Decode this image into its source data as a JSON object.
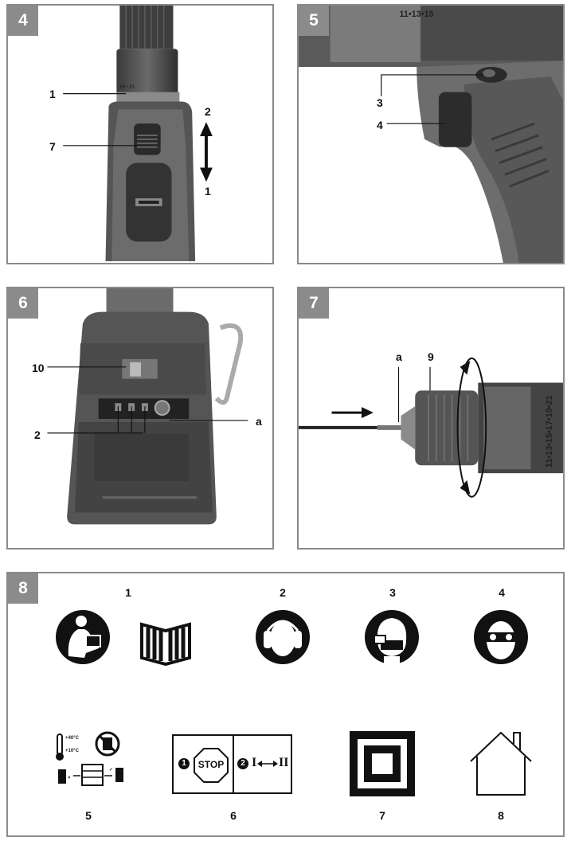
{
  "panels": {
    "p4": {
      "number": "4",
      "labels": {
        "l1": "1",
        "l7": "7",
        "arrow_up": "2",
        "arrow_down": "1"
      },
      "ring_text": "19 • 21"
    },
    "p5": {
      "number": "5",
      "labels": {
        "l3": "3",
        "l4": "4"
      },
      "ring_text": "11•13•15"
    },
    "p6": {
      "number": "6",
      "labels": {
        "l10": "10",
        "l2": "2",
        "la": "a"
      }
    },
    "p7": {
      "number": "7",
      "labels": {
        "la": "a",
        "l9": "9"
      },
      "ring_text": "11•13•15•17•19•21"
    },
    "p8": {
      "number": "8",
      "icon_numbers": [
        "1",
        "2",
        "3",
        "4",
        "5",
        "6",
        "7",
        "8"
      ],
      "temp_high": "+40°C",
      "temp_low": "+10°C",
      "stop_text": "STOP",
      "step1": "1",
      "step2": "2",
      "gear_left": "I",
      "gear_right": "II"
    }
  }
}
